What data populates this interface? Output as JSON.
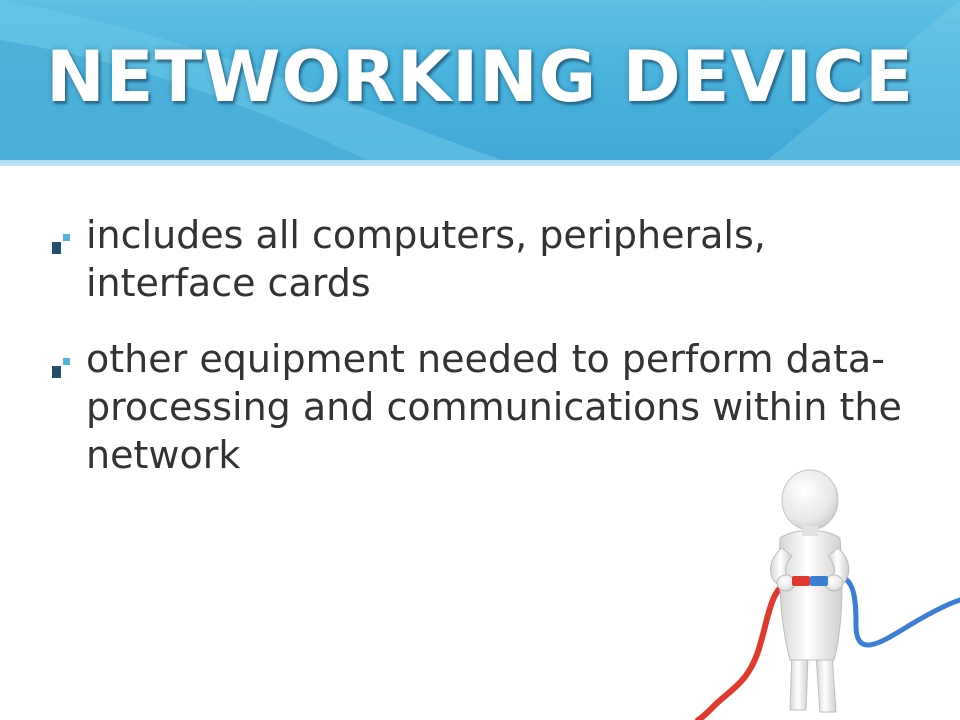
{
  "slide": {
    "title": "NETWORKING DEVICE",
    "bullets": [
      {
        "text": "includes all computers, peripherals, interface cards"
      },
      {
        "text": "other equipment needed to perform data-processing and communications within the network"
      }
    ]
  },
  "colors": {
    "header_blue": "#48b3dd",
    "title_text": "#ffffff",
    "body_text": "#333333",
    "bullet_dark": "#1f4f6b",
    "bullet_light": "#4fb4dc",
    "cable_red": "#e03a2f",
    "cable_blue": "#3a7fd4"
  },
  "icons": {
    "bullet": "square-bullet-icon",
    "illustration": "person-connecting-cables-illustration"
  }
}
